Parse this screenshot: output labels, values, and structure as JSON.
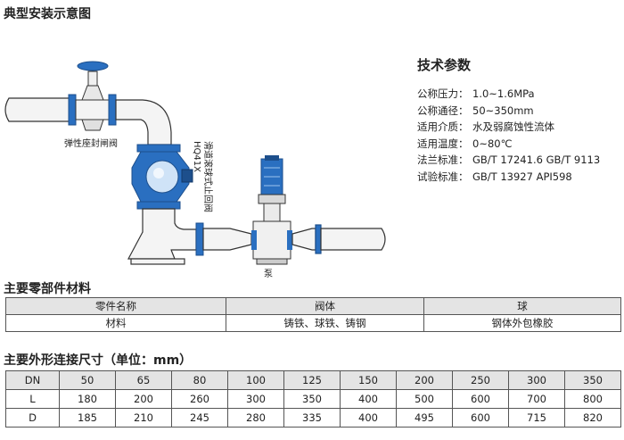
{
  "page": {
    "title": "典型安装示意图",
    "section_materials": "主要零部件材料",
    "section_dims": "主要外形连接尺寸（单位：mm）"
  },
  "diagram": {
    "gate_valve_label": "弹性座封闸阀",
    "check_valve_model": "HQ41X",
    "check_valve_name": "滑道滚球式止回阀",
    "pump_label": "泵",
    "colors": {
      "valve_blue": "#2a6fc0",
      "pipe_light": "#f4f4f4",
      "outline": "#333333"
    }
  },
  "specs": {
    "title": "技术参数",
    "rows": [
      {
        "label": "公称压力：",
        "value": "1.0~1.6MPa"
      },
      {
        "label": "公称通径：",
        "value": "50~350mm"
      },
      {
        "label": "适用介质：",
        "value": "水及弱腐蚀性流体"
      },
      {
        "label": "适用温度：",
        "value": "0~80℃"
      },
      {
        "label": "法兰标准：",
        "value": "GB/T 17241.6 GB/T 9113"
      },
      {
        "label": "试验标准：",
        "value": "GB/T 13927 API598"
      }
    ]
  },
  "materials": {
    "header": [
      "零件名称",
      "阀体",
      "球"
    ],
    "row": [
      "材料",
      "铸铁、球铁、铸钢",
      "钢体外包橡胶"
    ]
  },
  "dims": {
    "rows": [
      {
        "label": "DN",
        "values": [
          "50",
          "65",
          "80",
          "100",
          "125",
          "150",
          "200",
          "250",
          "300",
          "350"
        ]
      },
      {
        "label": "L",
        "values": [
          "180",
          "200",
          "260",
          "300",
          "350",
          "400",
          "500",
          "600",
          "700",
          "800"
        ]
      },
      {
        "label": "D",
        "values": [
          "185",
          "210",
          "245",
          "280",
          "335",
          "400",
          "495",
          "600",
          "715",
          "820"
        ]
      }
    ]
  }
}
